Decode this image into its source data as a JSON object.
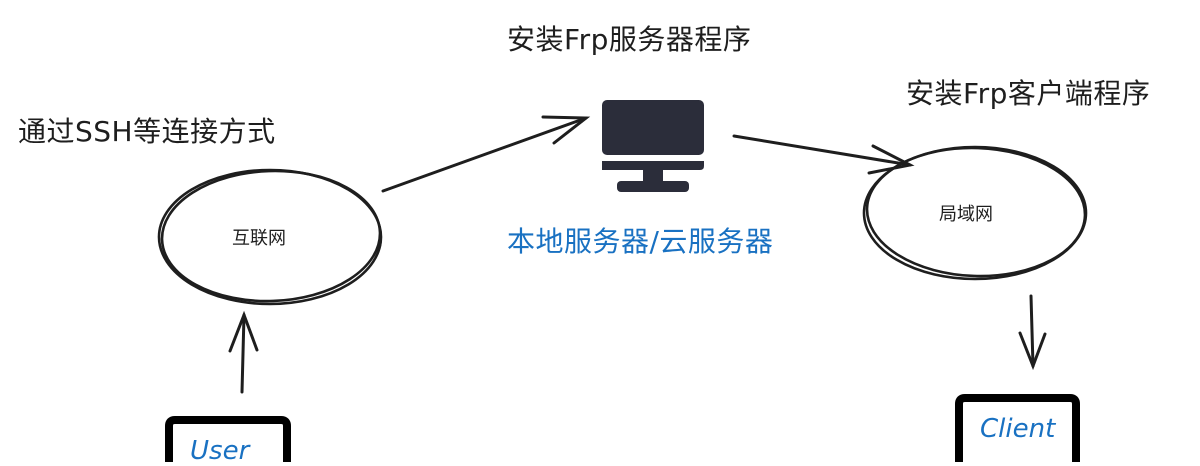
{
  "diagram": {
    "top_label": "安装Frp服务器程序",
    "left_label": "通过SSH等连接方式",
    "right_label": "安装Frp客户端程序",
    "server_label": "本地服务器/云服务器",
    "nodes": {
      "internet": "互联网",
      "lan": "局域网",
      "user": "User",
      "client": "Client"
    },
    "icons": {
      "server": "monitor-icon"
    },
    "colors": {
      "stroke": "#1e1e1e",
      "accent": "#1971c2",
      "monitor": "#2b2d3a",
      "background": "#ffffff"
    }
  }
}
